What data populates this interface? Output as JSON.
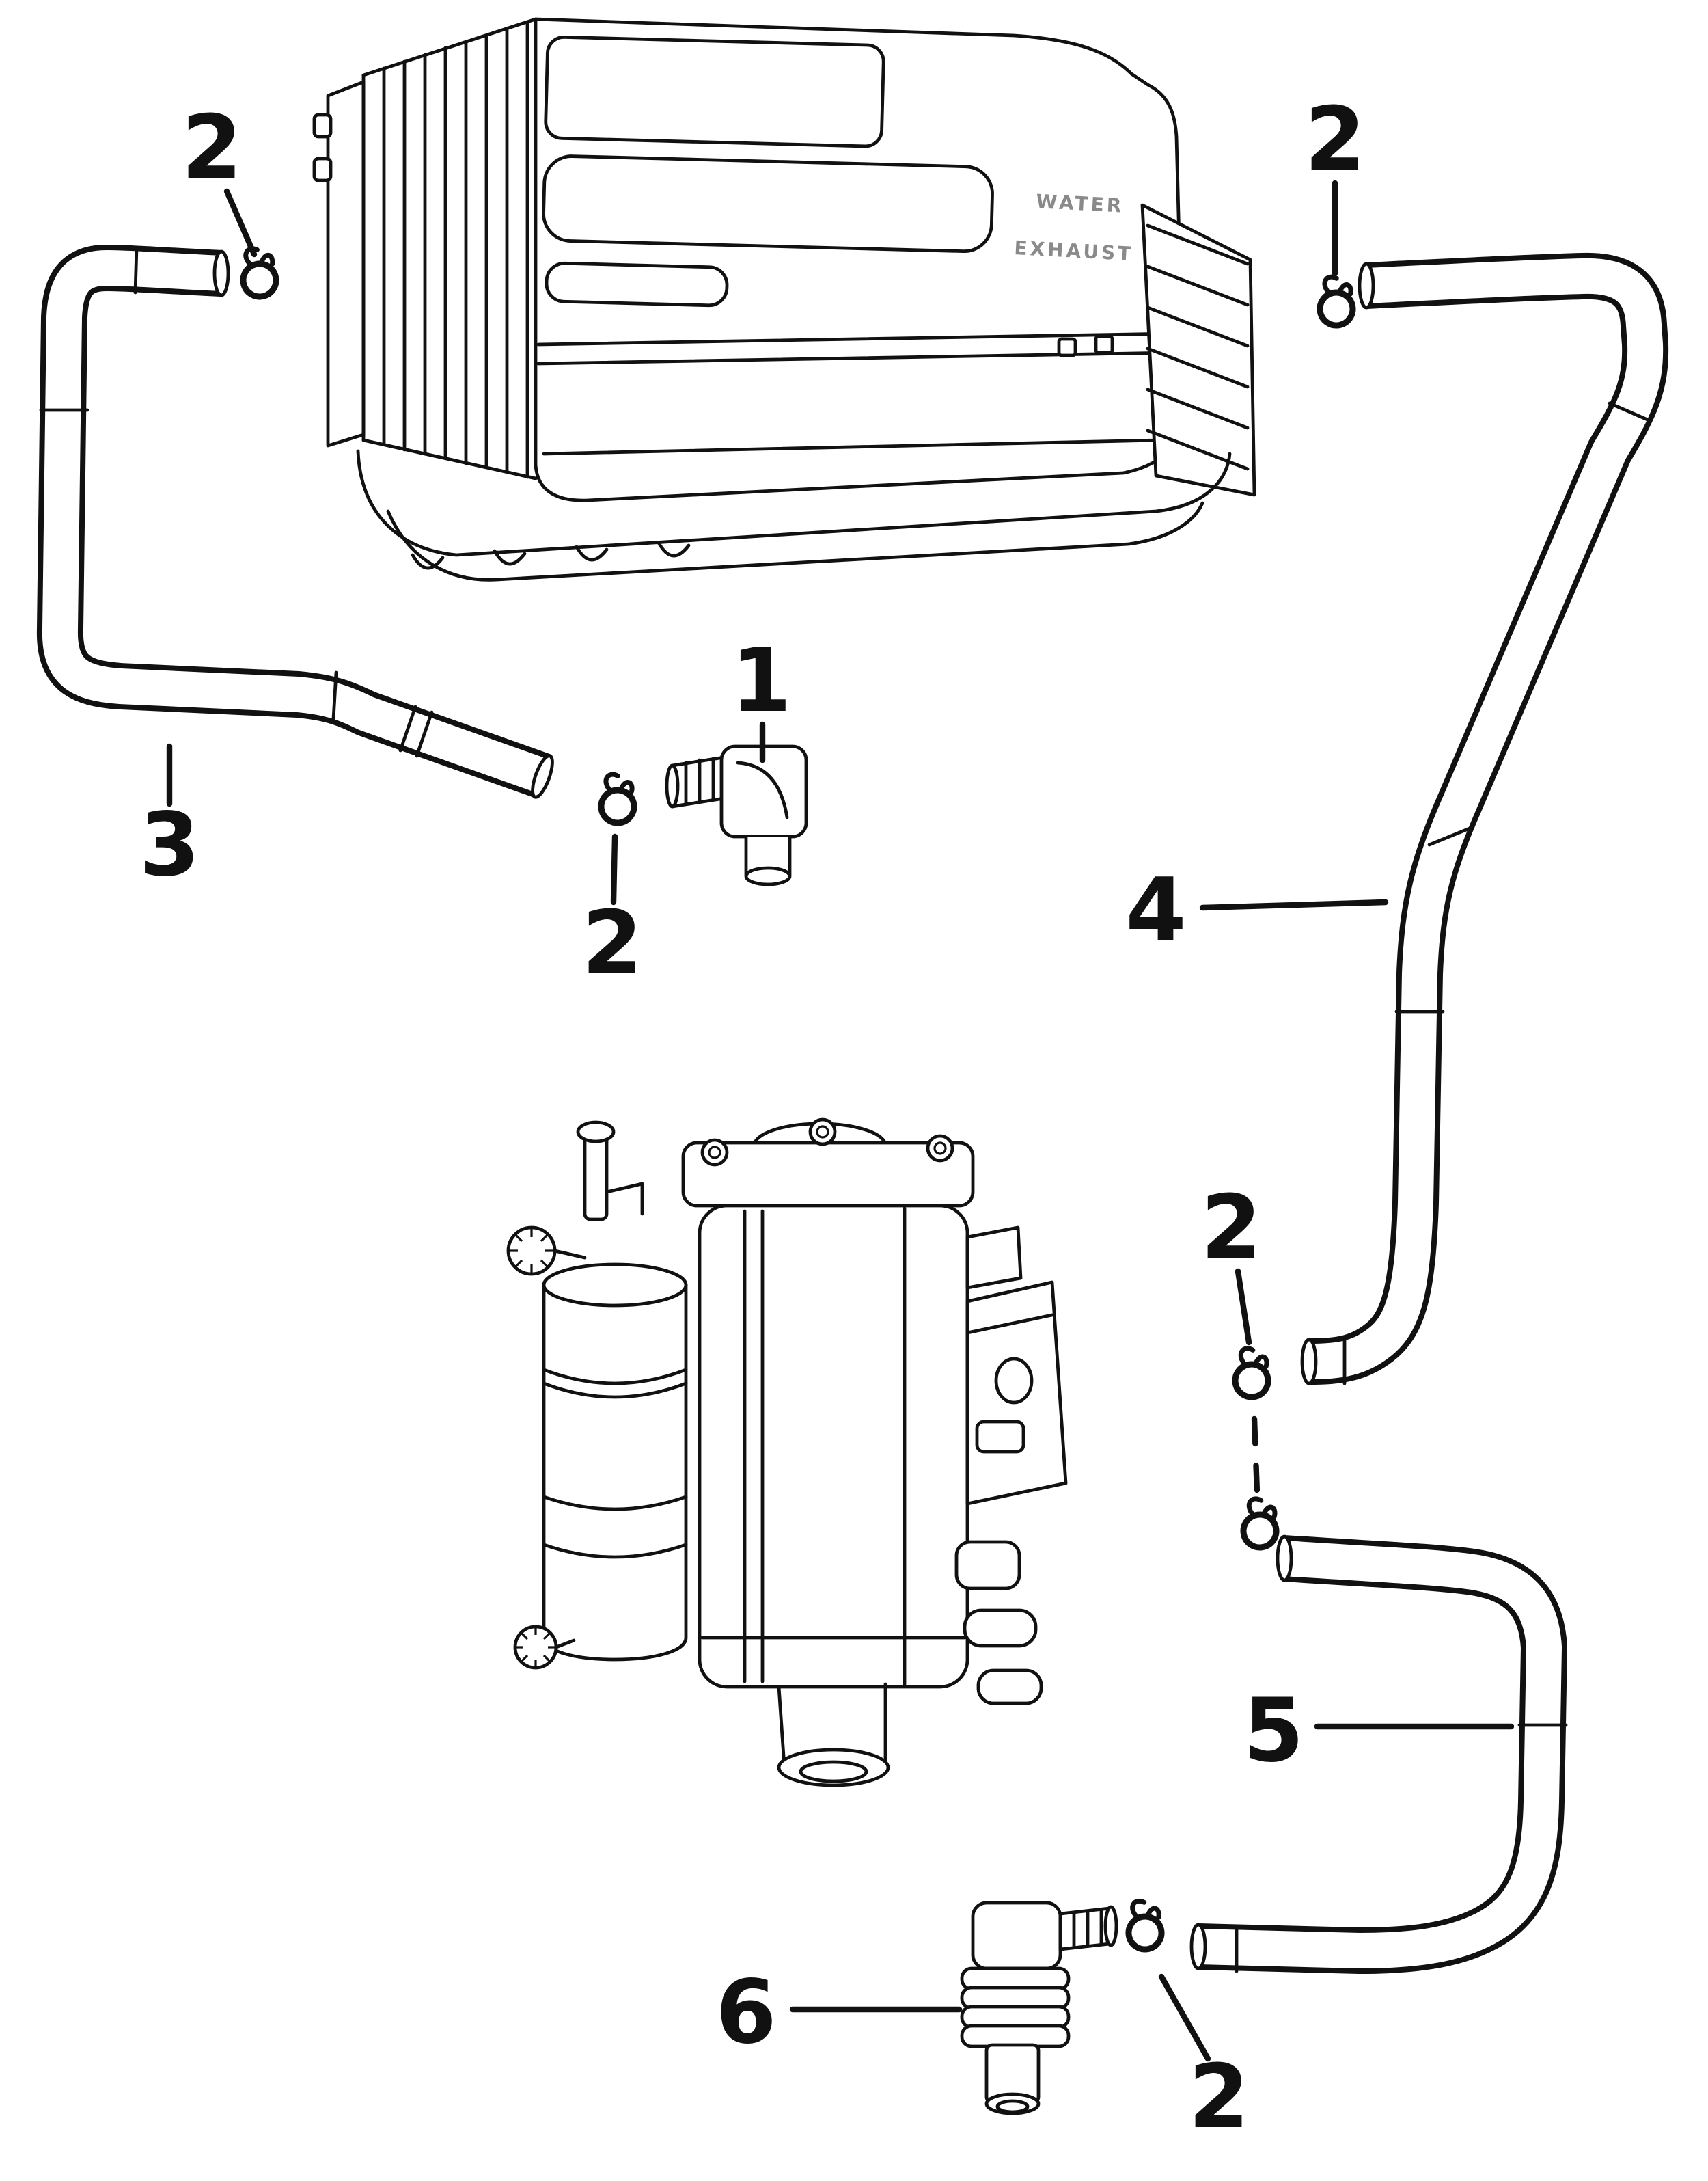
{
  "colors": {
    "ink": "#111111",
    "background": "#ffffff",
    "embossed_text": "#8a8a8a"
  },
  "housing": {
    "water": "WATER",
    "exhaust": "EXHAUST"
  },
  "labels": {
    "item_1": "1",
    "item_3": "3",
    "item_4": "4",
    "item_5": "5",
    "item_6": "6",
    "clamp_top_left": "2",
    "clamp_top_right": "2",
    "clamp_mid": "2",
    "clamp_right_upper": "2",
    "clamp_bottom_right": "2"
  }
}
